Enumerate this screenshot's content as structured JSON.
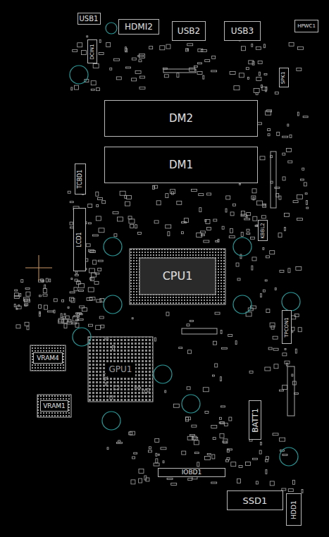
{
  "diagram": {
    "nodes": [
      {
        "text": [
          "USB1"
        ]
      },
      {
        "text": [
          "HDMI2"
        ]
      },
      {
        "text": [
          "USB2"
        ]
      },
      {
        "text": [
          "USB3"
        ]
      },
      {
        "text": [
          "HPWC1"
        ]
      },
      {
        "text": [
          "DCIN1"
        ]
      },
      {
        "text": [
          "SPK1"
        ]
      },
      {
        "text": [
          "DM2"
        ]
      },
      {
        "text": [
          "DM1"
        ]
      },
      {
        "text": [
          "TCBD1"
        ]
      },
      {
        "text": [
          "LCD1"
        ]
      },
      {
        "text": [
          "KBBL2"
        ]
      },
      {
        "text": [
          "CPU1"
        ]
      },
      {
        "text": [
          "VRAM4"
        ]
      },
      {
        "text": [
          "GPU1"
        ]
      },
      {
        "text": [
          "VRAM1"
        ]
      },
      {
        "text": [
          "TPCON1"
        ]
      },
      {
        "text": [
          "BATT1"
        ]
      },
      {
        "text": [
          "IOBD1"
        ]
      },
      {
        "text": [
          "SSD1"
        ]
      },
      {
        "text": [
          "HDD1"
        ]
      }
    ]
  }
}
